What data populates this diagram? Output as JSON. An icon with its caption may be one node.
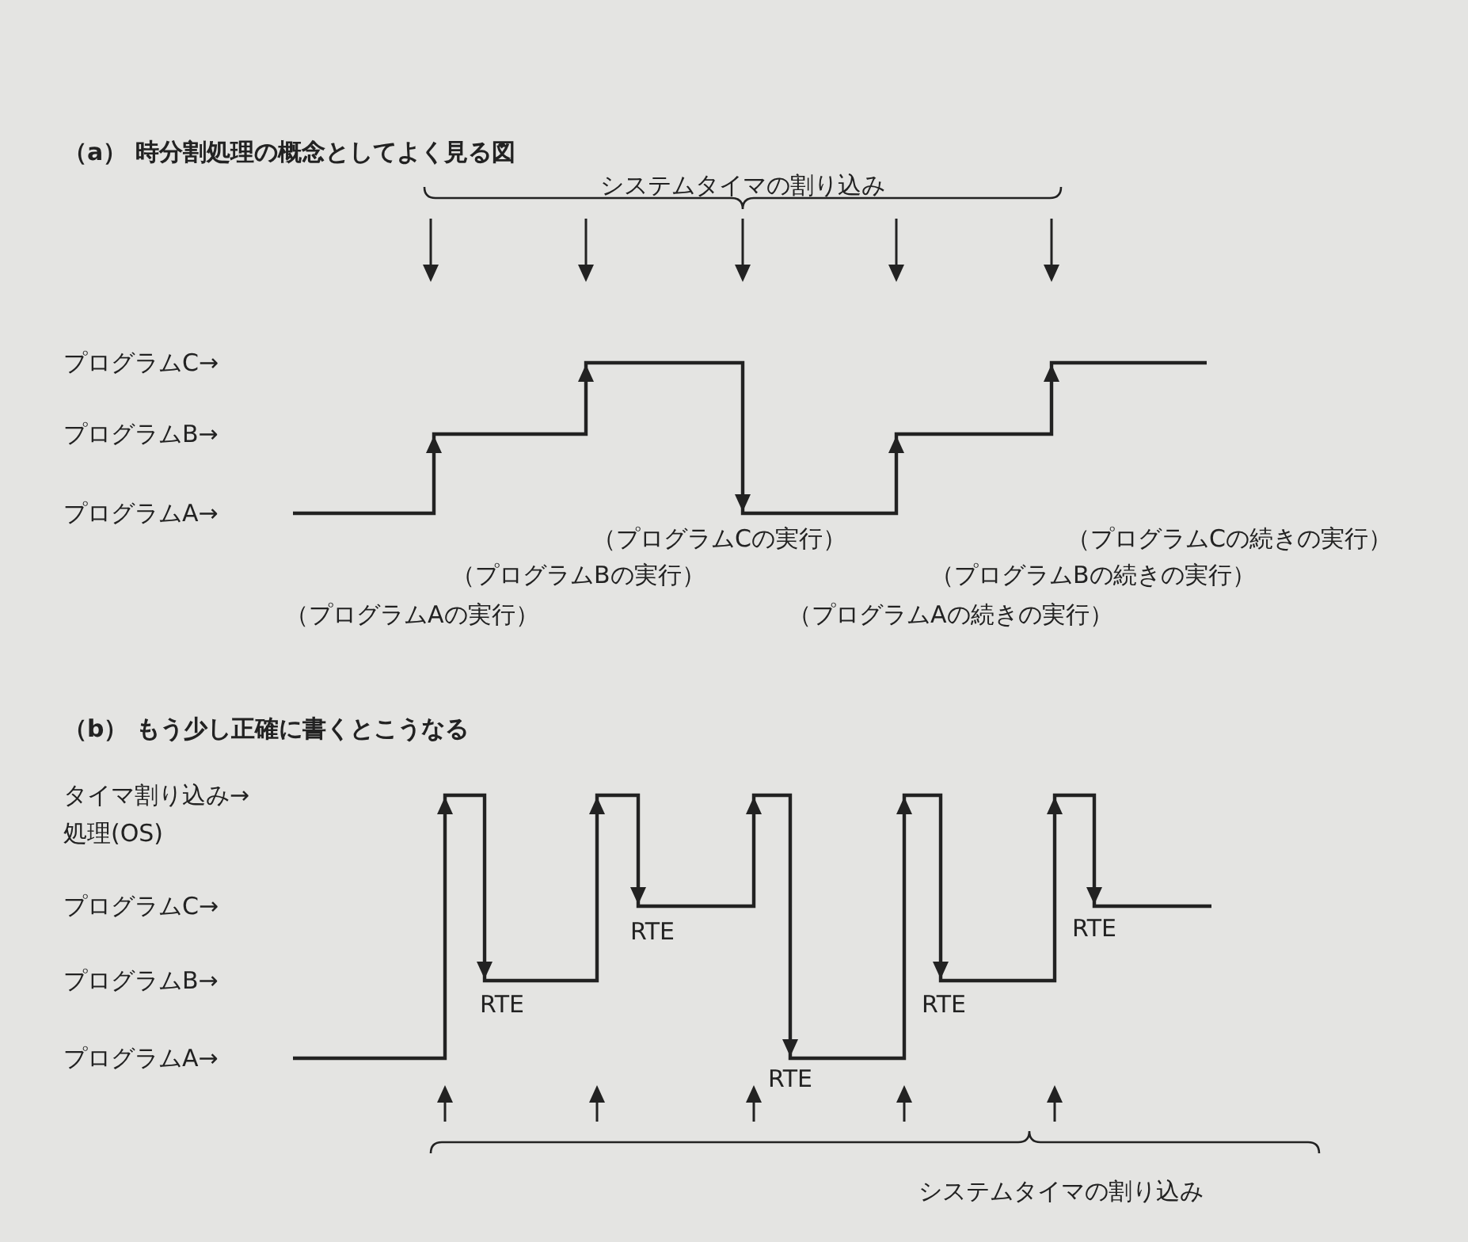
{
  "diagram": {
    "labels": [
      "（a） 時分割処理の概念としてよく見る図",
      "システムタイマの割り込み",
      "プログラムC→",
      "プログラムB→",
      "プログラムA→",
      "（プログラムCの実行）",
      "（プログラムCの続きの実行）",
      "（プログラムBの実行）",
      "（プログラムBの続きの実行）",
      "（プログラムAの実行）",
      "（プログラムAの続きの実行）",
      "（b） もう少し正確に書くとこうなる",
      "タイマ割り込み→処理(OS)",
      "プログラムC→",
      "RTE",
      "RTE",
      "プログラムB→",
      "RTE",
      "RTE",
      "プログラムA→",
      "RTE",
      "システムタイマの割り込み"
    ]
  }
}
